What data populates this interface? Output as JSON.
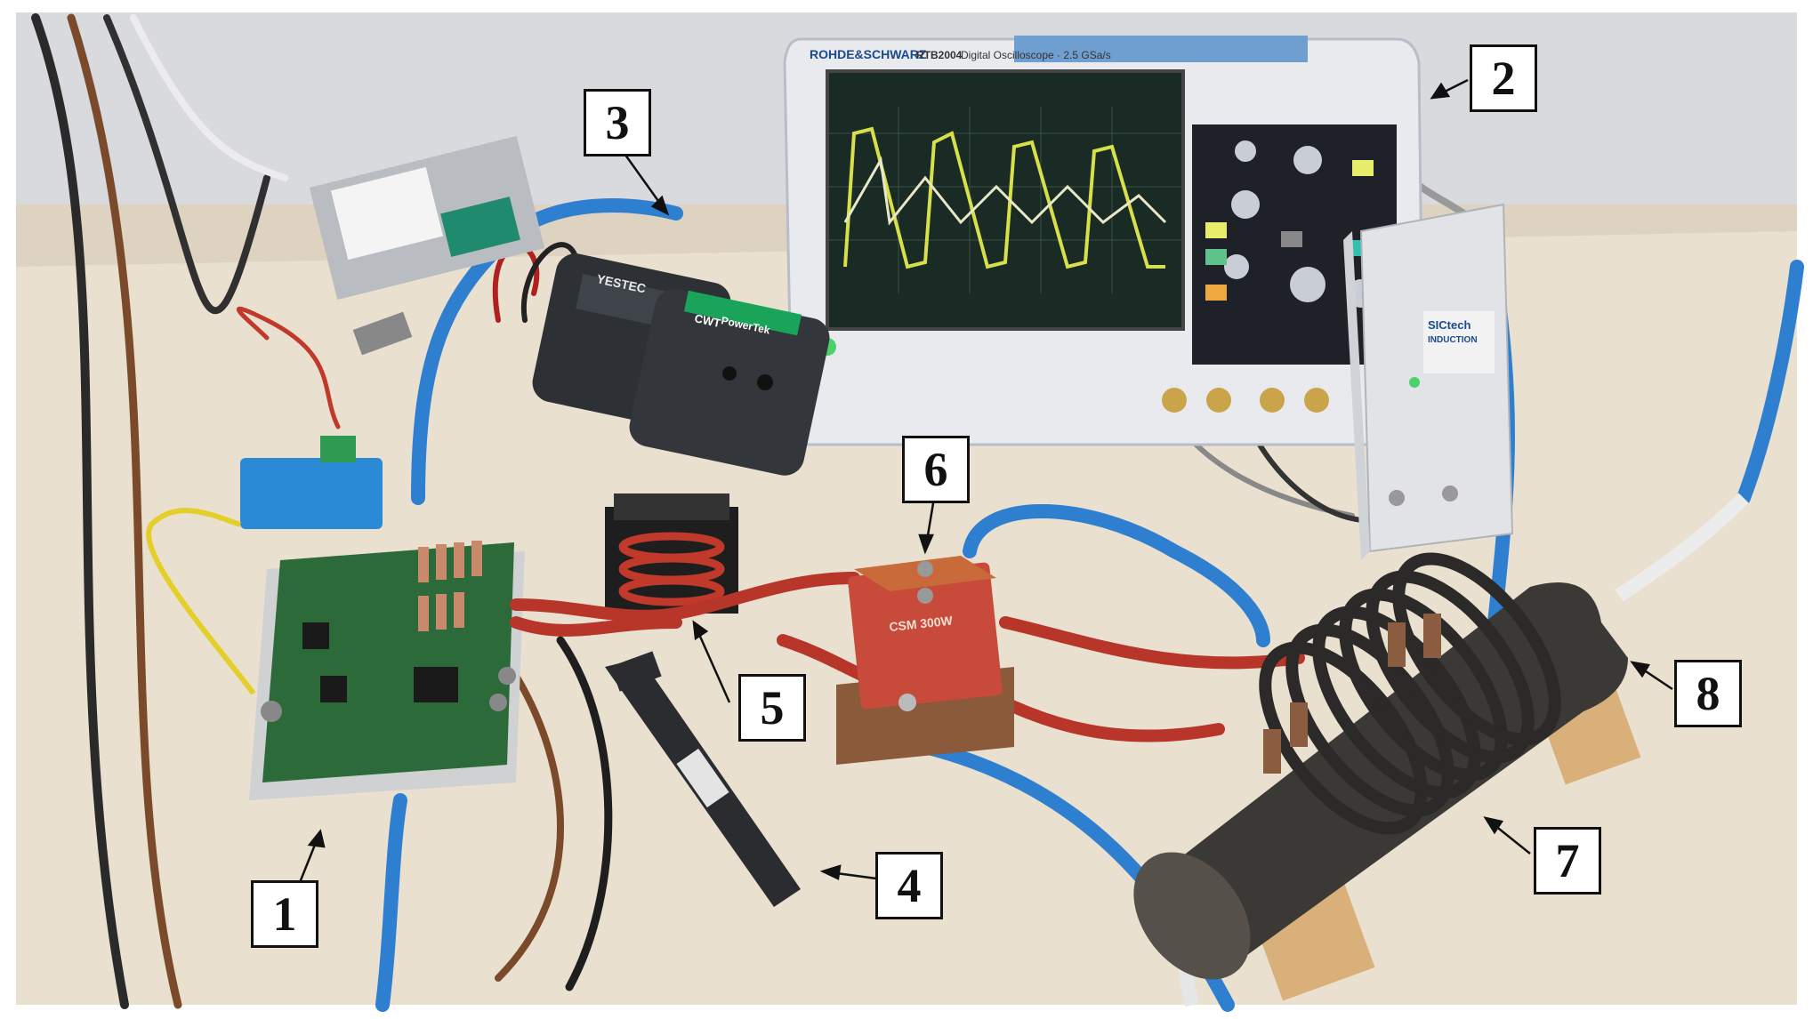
{
  "callouts": [
    "1",
    "2",
    "3",
    "4",
    "5",
    "6",
    "7",
    "8"
  ],
  "device_text": {
    "scope_brand": "ROHDE&SCHWARZ",
    "scope_model": "RTB2004",
    "scope_title": "Digital Oscilloscope · 2.5 GSa/s",
    "probe_brand": "YESTEC",
    "rogowski_brand": "CWT",
    "rogowski_model": "PowerTek",
    "capacitor_label": "CSM 300W",
    "generator_brand": "SICtech",
    "generator_sub": "INDUCTION"
  },
  "colors": {
    "bench": "#e9e0cf",
    "wall": "#d9dade",
    "tube": "#2f7fd0",
    "copper": "#c96a3a",
    "pcb": "#2c6a3a",
    "scope_body": "#e8eaee",
    "scope_screen": "#1a2a24",
    "trace": "#d7e04a"
  },
  "icons": [
    "waveform-trace",
    "tube-coil",
    "copper-busbar"
  ]
}
